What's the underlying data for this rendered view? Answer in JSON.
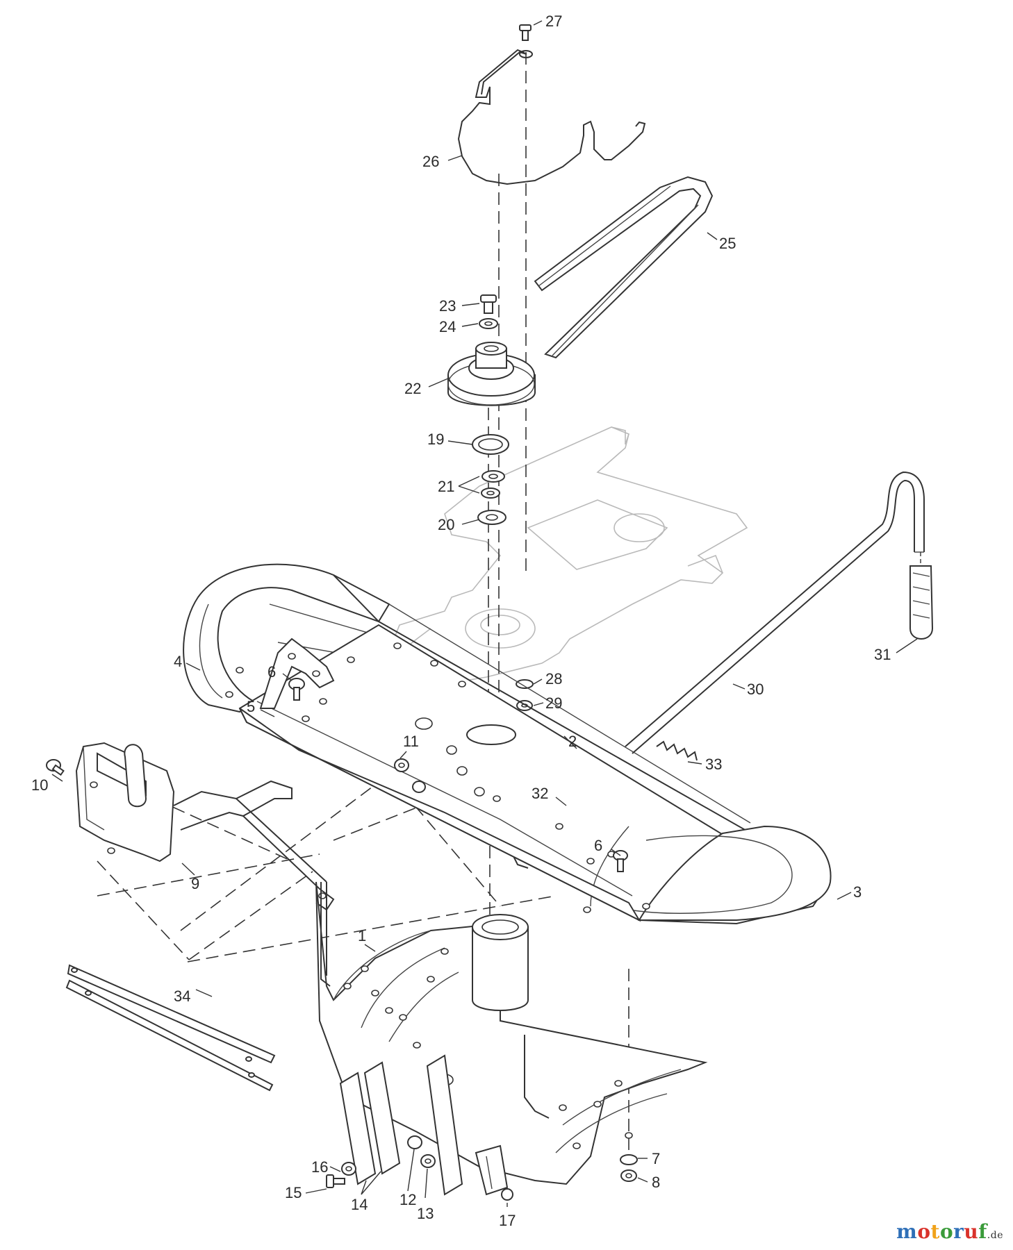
{
  "parts": [
    {
      "label": "27"
    },
    {
      "label": "26"
    },
    {
      "label": "25"
    },
    {
      "label": "23"
    },
    {
      "label": "24"
    },
    {
      "label": "22"
    },
    {
      "label": "19"
    },
    {
      "label": "21"
    },
    {
      "label": "20"
    },
    {
      "label": "4"
    },
    {
      "label": "6"
    },
    {
      "label": "5"
    },
    {
      "label": "28"
    },
    {
      "label": "29"
    },
    {
      "label": "30"
    },
    {
      "label": "31"
    },
    {
      "label": "2"
    },
    {
      "label": "33"
    },
    {
      "label": "10"
    },
    {
      "label": "11"
    },
    {
      "label": "32"
    },
    {
      "label": "6"
    },
    {
      "label": "9"
    },
    {
      "label": "3"
    },
    {
      "label": "1"
    },
    {
      "label": "34"
    },
    {
      "label": "16"
    },
    {
      "label": "15"
    },
    {
      "label": "14"
    },
    {
      "label": "12"
    },
    {
      "label": "13"
    },
    {
      "label": "17"
    },
    {
      "label": "7"
    },
    {
      "label": "8"
    }
  ],
  "watermark": {
    "letters": [
      "m",
      "o",
      "t",
      "o",
      "r",
      "u",
      "f"
    ],
    "letter_colors": [
      "#2e6fb7",
      "#d9322b",
      "#f0a21a",
      "#3a9b3a",
      "#2e6fb7",
      "#d9322b",
      "#3a9b3a"
    ],
    "suffix": ".de"
  }
}
